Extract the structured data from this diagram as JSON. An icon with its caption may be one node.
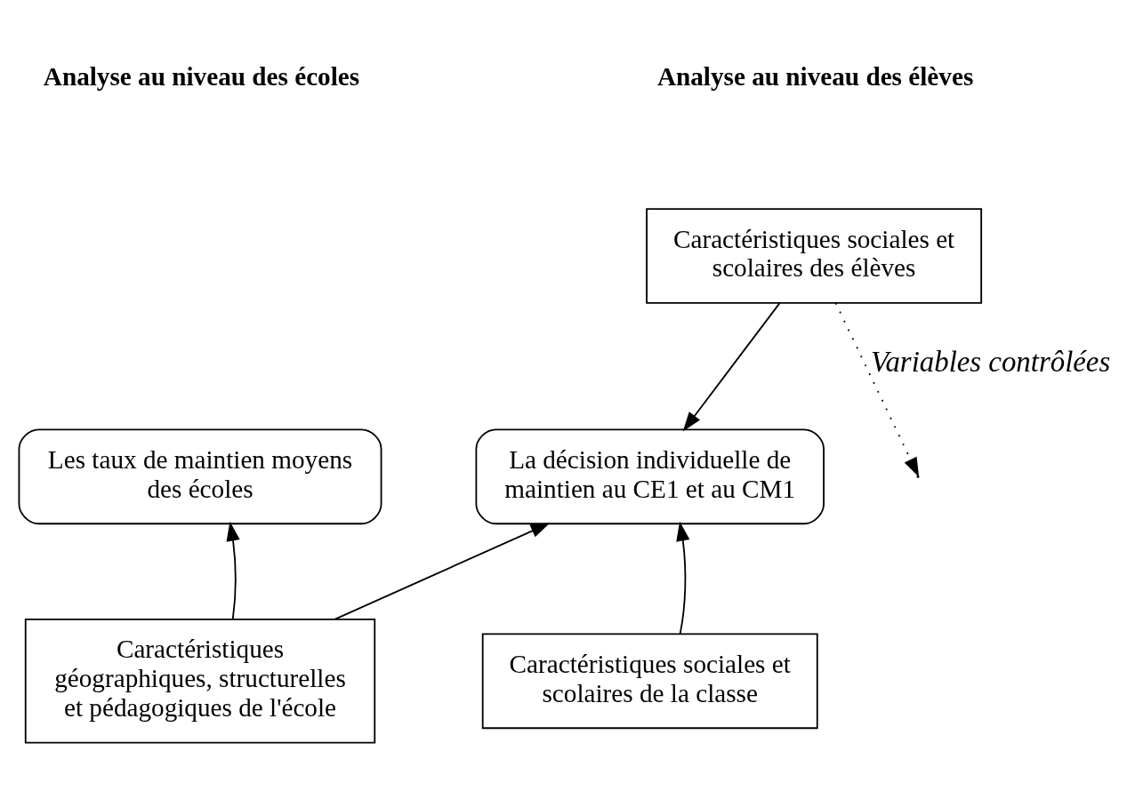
{
  "diagram": {
    "nodes": [
      {
        "text": [
          "Caractéristiques sociales et scolaires des élèves"
        ]
      },
      {
        "text": [
          "Les taux de maintien moyens des écoles"
        ]
      },
      {
        "text": [
          "La décision individuelle de maintien au CE1 et au CM1"
        ]
      },
      {
        "text": [
          "Caractéristiques géographiques, structurelles et pédagogiques de l'école"
        ]
      },
      {
        "text": [
          "Caractéristiques sociales et scolaires de la classe"
        ]
      }
    ],
    "edges": [
      {
        "from": 0,
        "to": null,
        "arrow": "to",
        "style": "dashed",
        "label": "Variables contrôlées"
      },
      {
        "from": 0,
        "to": 2,
        "arrow": "to"
      },
      {
        "from": 3,
        "to": 1,
        "arrow": "to"
      },
      {
        "from": 3,
        "to": 2,
        "arrow": "to"
      },
      {
        "from": 4,
        "to": 2,
        "arrow": "to"
      }
    ],
    "labels": [
      "Analyse au niveau des écoles",
      "Analyse au niveau des élèves"
    ]
  }
}
